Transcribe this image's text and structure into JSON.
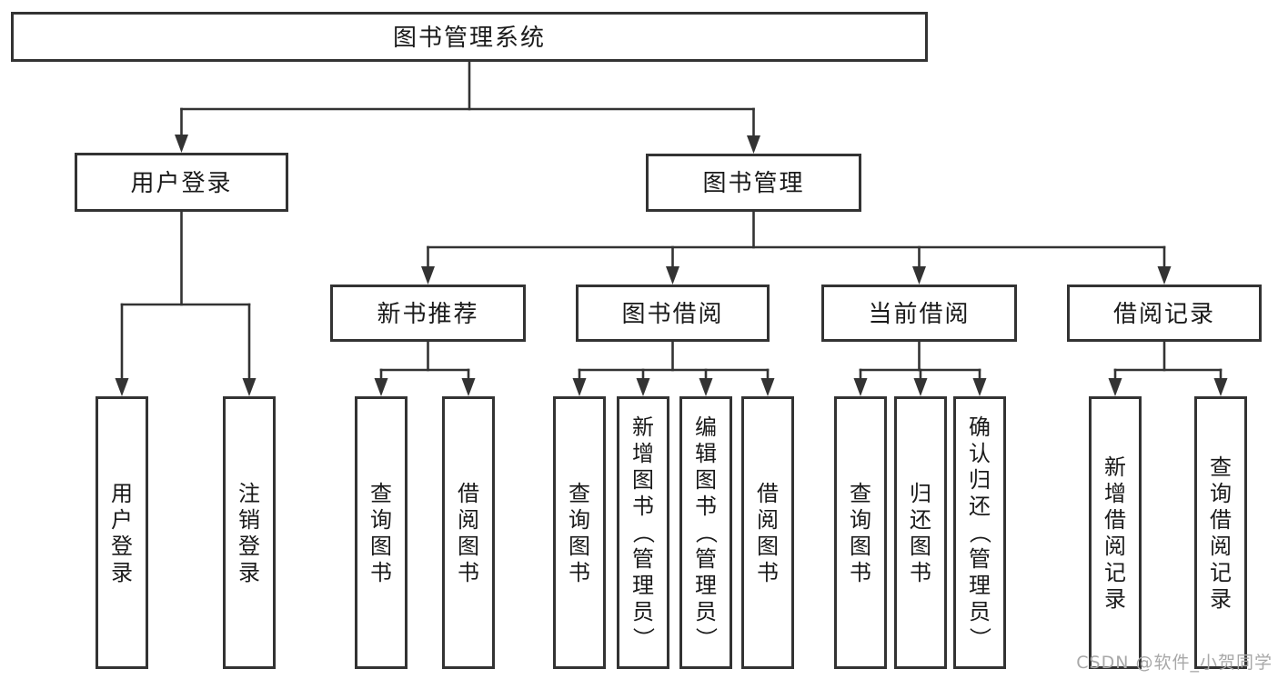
{
  "diagram": {
    "type": "hierarchy-tree",
    "colors": {
      "line": "#333333",
      "box_border": "#333333",
      "box_fill": "#ffffff",
      "text": "#1a1a1a",
      "background": "#ffffff"
    },
    "nodes": {
      "root": {
        "label": "图书管理系统"
      },
      "user_login_group": {
        "label": "用户登录"
      },
      "book_mgmt": {
        "label": "图书管理"
      },
      "new_book_rec": {
        "label": "新书推荐"
      },
      "book_borrow": {
        "label": "图书借阅"
      },
      "current_borrow": {
        "label": "当前借阅"
      },
      "borrow_records": {
        "label": "借阅记录"
      },
      "user_login": {
        "label": "用户登录"
      },
      "logout": {
        "label": "注销登录"
      },
      "query_books_1": {
        "label": "查询图书"
      },
      "borrow_books_1": {
        "label": "借阅图书"
      },
      "query_books_2": {
        "label": "查询图书"
      },
      "add_books": {
        "label": "新增图书（管理员）"
      },
      "edit_books": {
        "label": "编辑图书（管理员）"
      },
      "borrow_books_2": {
        "label": "借阅图书"
      },
      "query_books_3": {
        "label": "查询图书"
      },
      "return_books": {
        "label": "归还图书"
      },
      "confirm_return": {
        "label": "确认归还（管理员）"
      },
      "add_borrow_record": {
        "label": "新增借阅记录"
      },
      "query_borrow_record": {
        "label": "查询借阅记录"
      }
    },
    "hierarchy": {
      "root": [
        "user_login_group",
        "book_mgmt"
      ],
      "user_login_group": [
        "user_login",
        "logout"
      ],
      "book_mgmt": [
        "new_book_rec",
        "book_borrow",
        "current_borrow",
        "borrow_records"
      ],
      "new_book_rec": [
        "query_books_1",
        "borrow_books_1"
      ],
      "book_borrow": [
        "query_books_2",
        "add_books",
        "edit_books",
        "borrow_books_2"
      ],
      "current_borrow": [
        "query_books_3",
        "return_books",
        "confirm_return"
      ],
      "borrow_records": [
        "add_borrow_record",
        "query_borrow_record"
      ]
    }
  },
  "watermark": {
    "text": "CSDN @软件_小贺同学",
    "color": "#a8a8a8"
  }
}
